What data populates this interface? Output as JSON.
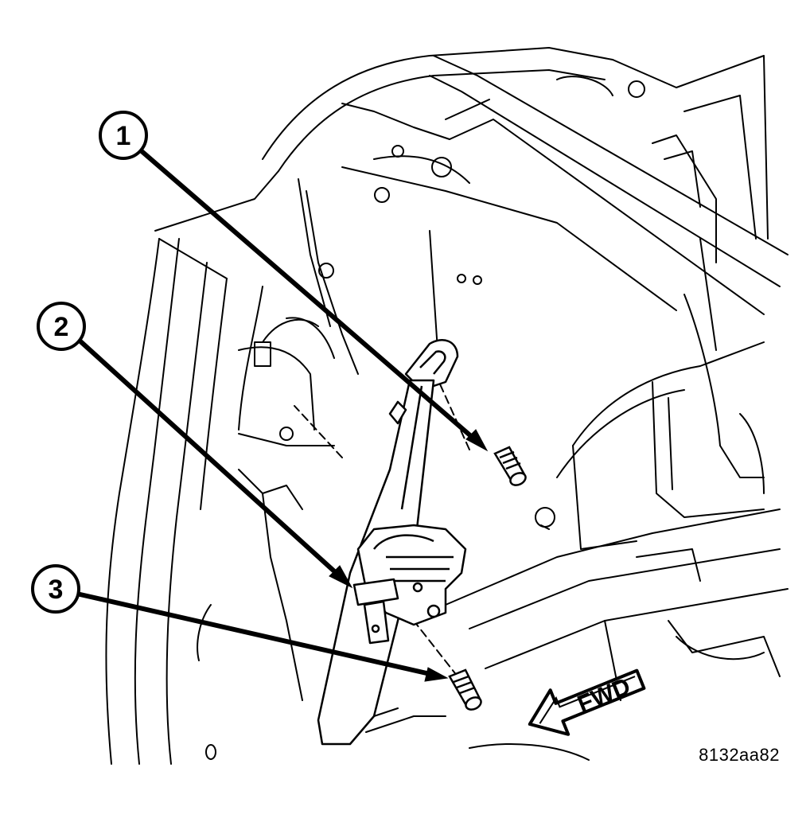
{
  "figure": {
    "id_label": "8132aa82",
    "direction_label": "FWD"
  },
  "callouts": [
    {
      "number": "1"
    },
    {
      "number": "2"
    },
    {
      "number": "3"
    }
  ],
  "colors": {
    "ink": "#000000",
    "paper": "#ffffff"
  }
}
